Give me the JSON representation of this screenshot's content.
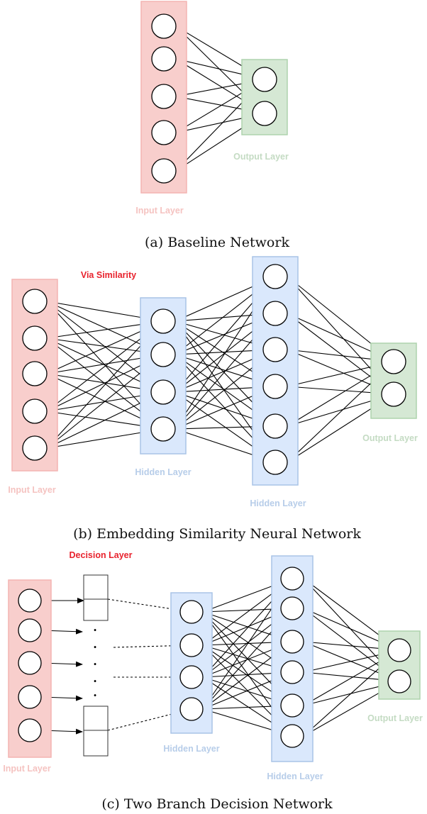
{
  "colors": {
    "input_fill": "#f8cecc",
    "input_stroke": "#f4b4b2",
    "input_text": "#f5c3c1",
    "hidden_fill": "#dae8fc",
    "hidden_stroke": "#a9c4e6",
    "hidden_text": "#b7cde9",
    "output_fill": "#d5e8d4",
    "output_stroke": "#aed3ad",
    "output_text": "#c4dbc3",
    "annotation_text": "#e8222d",
    "edge": "#000000",
    "edge_faint": "#8a8a8a"
  },
  "diagram_a": {
    "caption": "(a) Baseline Network",
    "input_label": "Input Layer",
    "output_label": "Output Layer"
  },
  "diagram_b": {
    "caption": "(b) Embedding Similarity Neural Network",
    "annotation": "Via Similarity",
    "input_label": "Input Layer",
    "hidden1_label": "Hidden Layer",
    "hidden2_label": "Hidden Layer",
    "output_label": "Output Layer"
  },
  "diagram_c": {
    "caption": "(c) Two Branch Decision Network",
    "annotation": "Decision Layer",
    "input_label": "Input Layer",
    "hidden1_label": "Hidden Layer",
    "hidden2_label": "Hidden Layer",
    "output_label": "Output Layer",
    "ellipsis": "·"
  }
}
